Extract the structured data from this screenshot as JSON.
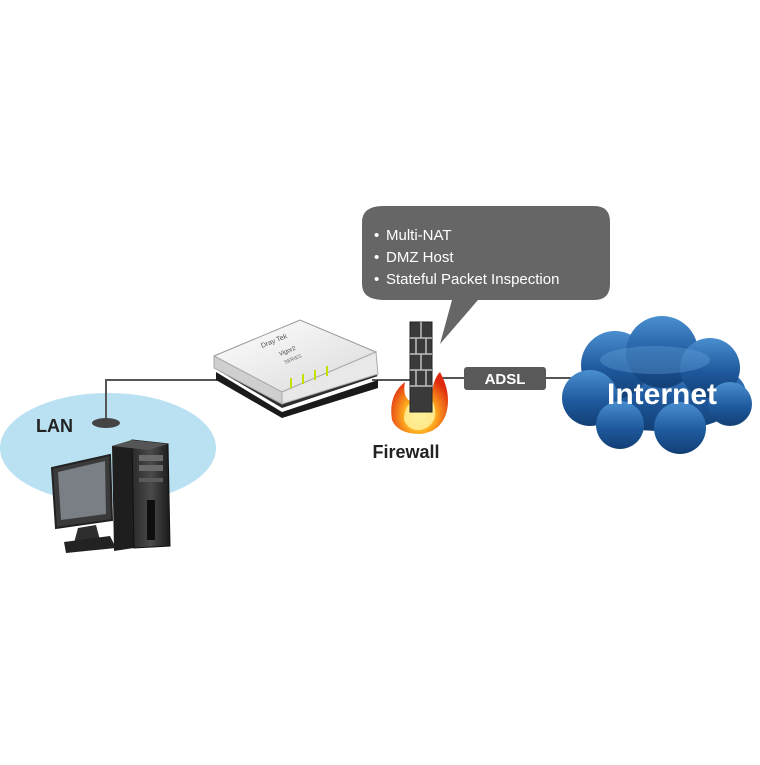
{
  "diagram": {
    "lan": {
      "label": "LAN"
    },
    "router": {
      "brand": "Dray Tek",
      "model": "Vigor2",
      "submodel": "SERIES"
    },
    "firewall": {
      "label": "Firewall",
      "features": [
        "Multi-NAT",
        "DMZ Host",
        "Stateful Packet Inspection"
      ]
    },
    "link": {
      "label": "ADSL"
    },
    "internet": {
      "label": "Internet"
    },
    "colors": {
      "lan_ellipse": "#b9e1f2",
      "callout": "#666666",
      "adsl_tag": "#595959",
      "cloud": "#1f5a9e",
      "cloud_light": "#2f74b8",
      "line": "#555555"
    }
  }
}
